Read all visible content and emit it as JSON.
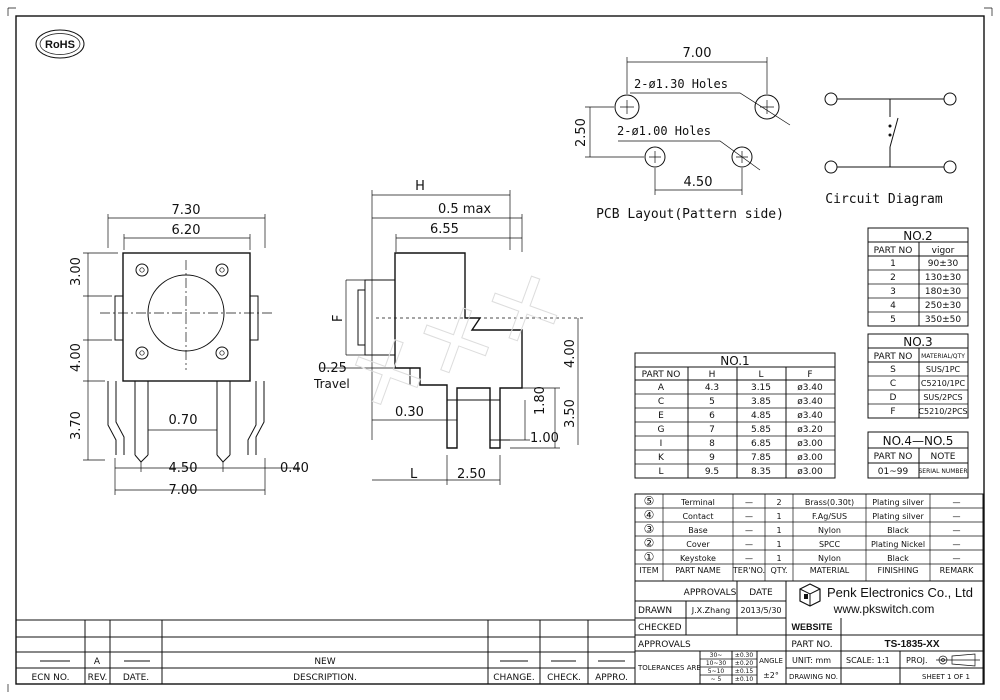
{
  "badge": {
    "rohs": "RoHS"
  },
  "pcb": {
    "caption": "PCB Layout(Pattern side)",
    "dim_top": "7.00",
    "holes_large": "2-ø1.30  Holes",
    "holes_small": "2-ø1.00  Holes",
    "dim_left": "2.50",
    "dim_bottom": "4.50"
  },
  "circuit": {
    "caption": "Circuit  Diagram"
  },
  "front_view": {
    "d_730": "7.30",
    "d_620": "6.20",
    "d_300": "3.00",
    "d_400": "4.00",
    "d_370": "3.70",
    "d_070": "0.70",
    "d_450": "4.50",
    "d_700": "7.00",
    "d_040": "0.40"
  },
  "side_view": {
    "H": "H",
    "d_05max": "0.5  max",
    "d_655": "6.55",
    "F": "F",
    "d_025": "0.25",
    "travel": "Travel",
    "d_030": "0.30",
    "d_180": "1.80",
    "d_100": "1.00",
    "d_400": "4.00",
    "d_350": "3.50",
    "L": "L",
    "d_250": "2.50"
  },
  "table_no1": {
    "title": "NO.1",
    "headers": [
      "PART NO",
      "H",
      "L",
      "F"
    ],
    "rows": [
      [
        "A",
        "4.3",
        "3.15",
        "ø3.40"
      ],
      [
        "C",
        "5",
        "3.85",
        "ø3.40"
      ],
      [
        "E",
        "6",
        "4.85",
        "ø3.40"
      ],
      [
        "G",
        "7",
        "5.85",
        "ø3.20"
      ],
      [
        "I",
        "8",
        "6.85",
        "ø3.00"
      ],
      [
        "K",
        "9",
        "7.85",
        "ø3.00"
      ],
      [
        "L",
        "9.5",
        "8.35",
        "ø3.00"
      ]
    ]
  },
  "table_no2": {
    "title": "NO.2",
    "headers": [
      "PART  NO",
      "vigor"
    ],
    "rows": [
      [
        "1",
        "90±30"
      ],
      [
        "2",
        "130±30"
      ],
      [
        "3",
        "180±30"
      ],
      [
        "4",
        "250±30"
      ],
      [
        "5",
        "350±50"
      ]
    ]
  },
  "table_no3": {
    "title": "NO.3",
    "headers": [
      "PART NO",
      "MATERIAL/QTY"
    ],
    "rows": [
      [
        "S",
        "SUS/1PC"
      ],
      [
        "C",
        "C5210/1PC"
      ],
      [
        "D",
        "SUS/2PCS"
      ],
      [
        "F",
        "C5210/2PCS"
      ]
    ]
  },
  "table_no45": {
    "title": "NO.4—NO.5",
    "headers": [
      "PART  NO",
      "NOTE"
    ],
    "rows": [
      [
        "01~99",
        "SERIAL NUMBER"
      ]
    ]
  },
  "bom": {
    "rows": [
      {
        "item": "⑤",
        "name": "Terminal",
        "ter": "—",
        "qty": "2",
        "material": "Brass(0.30t)",
        "finishing": "Plating silver",
        "remark": "—"
      },
      {
        "item": "④",
        "name": "Contact",
        "ter": "—",
        "qty": "1",
        "material": "F.Ag/SUS",
        "finishing": "Plating silver",
        "remark": "—"
      },
      {
        "item": "③",
        "name": "Base",
        "ter": "—",
        "qty": "1",
        "material": "Nylon",
        "finishing": "Black",
        "remark": "—"
      },
      {
        "item": "②",
        "name": "Cover",
        "ter": "—",
        "qty": "1",
        "material": "SPCC",
        "finishing": "Plating Nickel",
        "remark": "—"
      },
      {
        "item": "①",
        "name": "Keystoke",
        "ter": "—",
        "qty": "1",
        "material": "Nylon",
        "finishing": "Black",
        "remark": "—"
      }
    ],
    "headers": [
      "ITEM",
      "PART NAME",
      "TER'NO.",
      "QTY.",
      "MATERIAL",
      "FINISHING",
      "REMARK"
    ]
  },
  "title_block": {
    "approvals": "APPROVALS",
    "date": "DATE",
    "drawn": "DRAWN",
    "drawn_by": "J.X.Zhang",
    "drawn_date": "2013/5/30",
    "checked": "CHECKED",
    "approvals2": "APPROVALS",
    "company": "Penk Electronics Co., Ltd",
    "website_url": "www.pkswitch.com",
    "website_label": "WEBSITE",
    "part_no_label": "PART  NO.",
    "part_no": "TS-1835-XX",
    "tolerances": "TOLERANCES  ARE",
    "tol": [
      [
        "30~",
        "±0.30"
      ],
      [
        "10~30",
        "±0.20"
      ],
      [
        "5~10",
        "±0.15"
      ],
      [
        "~ 5",
        "±0.10"
      ]
    ],
    "angle_label": "ANGLE",
    "angle": "±2°",
    "unit": "UNIT:  mm",
    "scale": "SCALE:   1:1",
    "proj": "PROJ.",
    "drawing_no": "DRAWING NO.",
    "sheet": "SHEET   1  OF  1"
  },
  "revision": {
    "row": {
      "rev": "A",
      "desc": "NEW"
    },
    "headers": [
      "ECN NO.",
      "REV.",
      "DATE.",
      "DESCRIPTION.",
      "CHANGE.",
      "CHECK.",
      "APPRO."
    ]
  }
}
